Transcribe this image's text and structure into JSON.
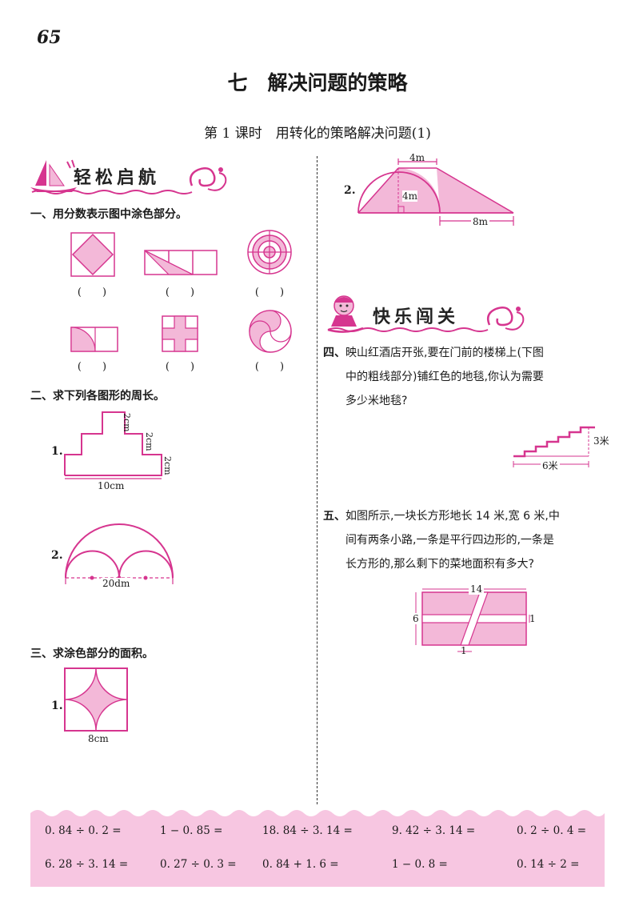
{
  "page_number": "65",
  "chapter_title": "七　解决问题的策略",
  "lesson_title": "第 1 课时　用转化的策略解决问题(1)",
  "sections": {
    "warmup": "轻松启航",
    "challenge": "快乐闯关"
  },
  "q1": {
    "title": "一、用分数表示图中涂色部分。",
    "answers": [
      "(　　)",
      "(　　)",
      "(　　)",
      "(　　)",
      "(　　)",
      "(　　)"
    ]
  },
  "q2": {
    "title": "二、求下列各图形的周长。",
    "fig1": {
      "label": "1.",
      "dims": [
        "2cm",
        "2cm",
        "2cm",
        "10cm"
      ]
    },
    "fig2": {
      "label": "2.",
      "dims": [
        "20dm"
      ]
    }
  },
  "q3": {
    "title": "三、求涂色部分的面积。",
    "fig1": {
      "label": "1.",
      "dims": [
        "8cm"
      ]
    },
    "fig2": {
      "label": "2.",
      "dims": [
        "4m",
        "4m",
        "8m"
      ]
    }
  },
  "q4": {
    "label": "四、",
    "lines": [
      "映山红酒店开张,要在门前的楼梯上(下图",
      "中的粗线部分)铺红色的地毯,你认为需要",
      "多少米地毯?"
    ],
    "dims": [
      "3米",
      "6米"
    ]
  },
  "q5": {
    "label": "五、",
    "lines": [
      "如图所示,一块长方形地长 14 米,宽 6 米,中",
      "间有两条小路,一条是平行四边形的,一条是",
      "长方形的,那么剩下的菜地面积有多大?"
    ],
    "dims": [
      "14",
      "6",
      "1",
      "1"
    ]
  },
  "calc": [
    [
      "0. 84 ÷ 0. 2 =",
      "1 − 0. 85 =",
      "18. 84 ÷ 3. 14 =",
      "9. 42 ÷ 3. 14 =",
      "0. 2 ÷ 0. 4 ="
    ],
    [
      "6. 28 ÷ 3. 14 =",
      "0. 27 ÷ 0. 3 =",
      "0. 84 + 1. 6 =",
      "1 − 0. 8 =",
      "0. 14 ÷ 2 ="
    ]
  ],
  "colors": {
    "accent": "#d6358f",
    "fill": "#f3b8d8",
    "strip": "#f7c6e1"
  }
}
